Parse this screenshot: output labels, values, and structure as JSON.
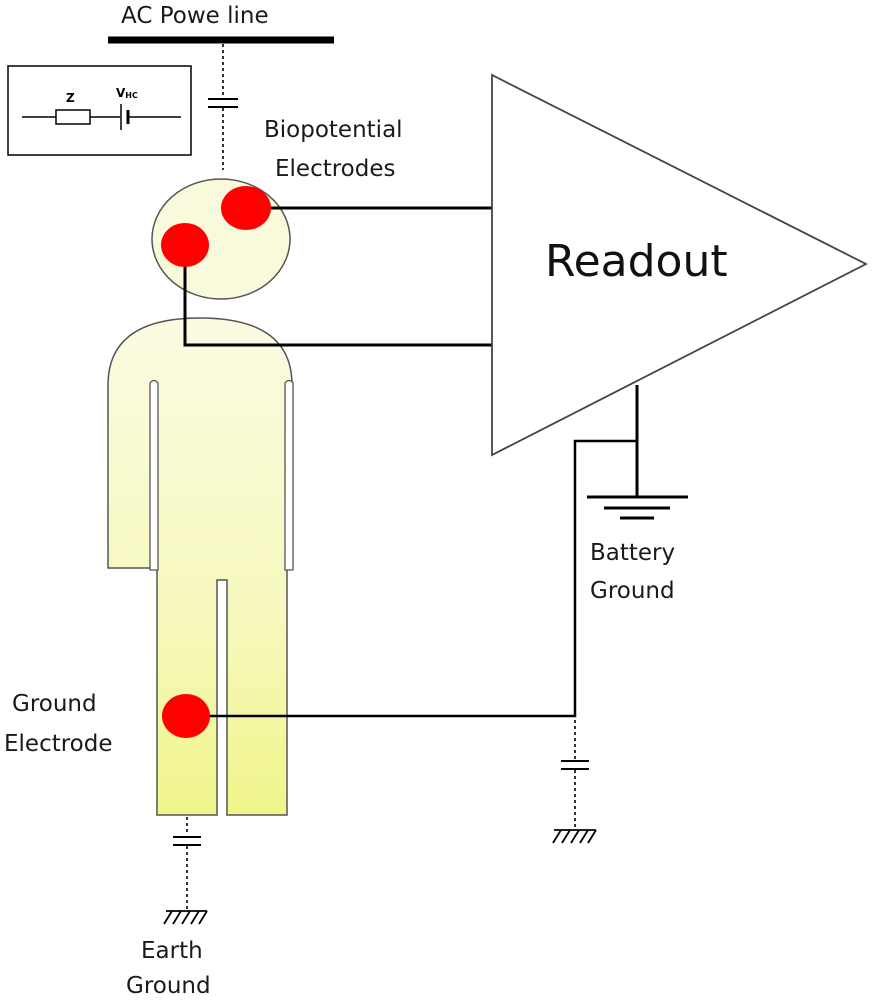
{
  "labels": {
    "power_line": "AC Powe line",
    "biopotential_line1": "Biopotential",
    "biopotential_line2": "Electrodes",
    "readout": "Readout",
    "battery_line1": "Battery",
    "battery_line2": "Ground",
    "ground_electrode_line1": "Ground",
    "ground_electrode_line2": "Electrode",
    "earth_line1": "Earth",
    "earth_line2": "Ground"
  },
  "inset": {
    "impedance_symbol": "Z",
    "voltage_symbol": "V",
    "voltage_subscript": "HC"
  },
  "colors": {
    "body_fill": "#f7f9c8",
    "body_fill_bottom": "#f2f78e",
    "electrode": "#ff0000",
    "wire": "#000000",
    "outline": "#444444"
  }
}
